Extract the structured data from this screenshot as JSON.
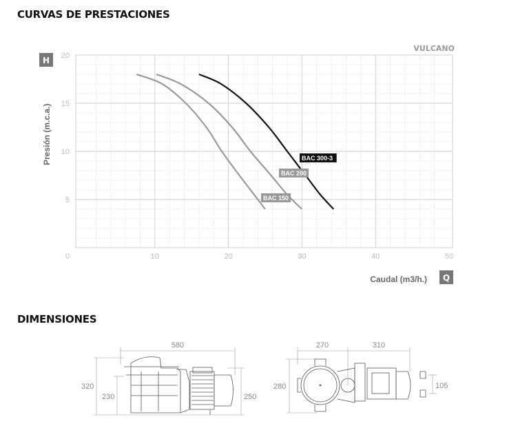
{
  "headings": {
    "curves": "CURVAS DE PRESTACIONES",
    "dimensions": "DIMENSIONES"
  },
  "brand": "VULCANO",
  "chart_data": {
    "type": "line",
    "xlabel": "Caudal (m3/h.)",
    "ylabel": "Presión (m.c.a.)",
    "x_badge": "Q",
    "y_badge": "H",
    "xlim": [
      0,
      50
    ],
    "ylim": [
      0,
      20
    ],
    "xticks": [
      "0",
      "10",
      "20",
      "30",
      "40",
      "50"
    ],
    "yticks": [
      "5",
      "10",
      "15",
      "20"
    ],
    "grid": true,
    "series": [
      {
        "name": "BAC 150",
        "color": "#999999",
        "x": [
          7.5,
          11,
          14.2,
          17,
          19.1,
          21.5,
          23.5,
          25
        ],
        "y": [
          18,
          17,
          15,
          12.5,
          10,
          7.5,
          5.5,
          4
        ]
      },
      {
        "name": "BAC 200",
        "color": "#999999",
        "x": [
          10.2,
          13.5,
          17.3,
          20.5,
          23,
          25.8,
          28,
          30
        ],
        "y": [
          18,
          17,
          15,
          12.5,
          10,
          7.5,
          5.5,
          4
        ]
      },
      {
        "name": "BAC 300-3",
        "color": "#111111",
        "x": [
          16,
          19,
          22.4,
          25.5,
          28,
          30.5,
          32.5,
          34.3
        ],
        "y": [
          18,
          17,
          15,
          12.5,
          10,
          7.5,
          5.5,
          4
        ]
      }
    ]
  },
  "dimensions": {
    "side": {
      "length": "580",
      "height": "320",
      "inlet": "230",
      "outlet": "250"
    },
    "top": {
      "left": "270",
      "right": "310",
      "height": "280",
      "mount": "105"
    }
  }
}
